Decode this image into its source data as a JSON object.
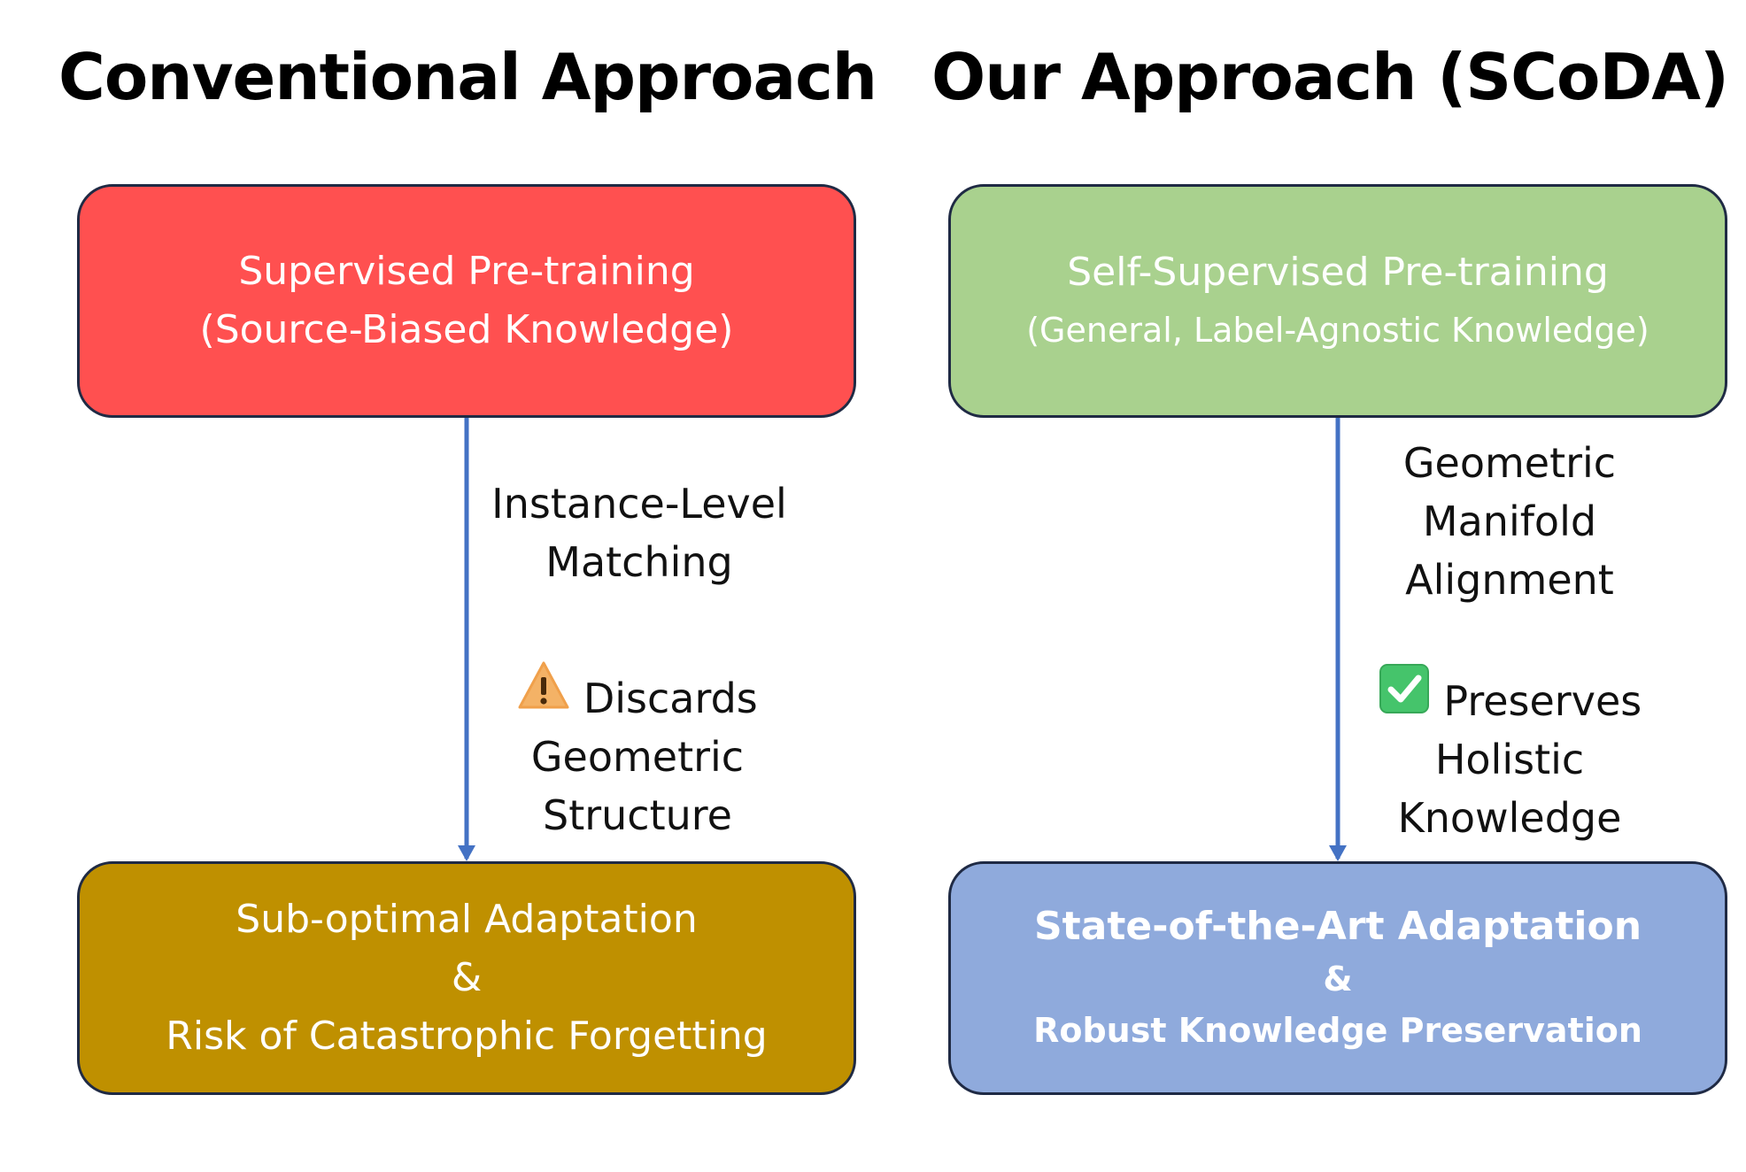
{
  "headings": {
    "left": "Conventional Approach",
    "right": "Our Approach (SCoDA)"
  },
  "conventional": {
    "top_box": {
      "line1": "Supervised Pre-training",
      "line2": "(Source-Biased Knowledge)",
      "color": "#ff5050"
    },
    "arrow_label": {
      "line1": "Instance-Level",
      "line2": "Matching"
    },
    "warning": {
      "icon": "warning-icon",
      "line1": "Discards",
      "line2": "Geometric",
      "line3": "Structure"
    },
    "bottom_box": {
      "line1": "Sub-optimal Adaptation",
      "line2": "&",
      "line3": "Risk of Catastrophic Forgetting",
      "color": "#bf9000"
    }
  },
  "ours": {
    "top_box": {
      "line1": "Self-Supervised Pre-training",
      "line2": "(General, Label-Agnostic Knowledge)",
      "color": "#a9d18e"
    },
    "arrow_label": {
      "line1": "Geometric",
      "line2": "Manifold",
      "line3": "Alignment"
    },
    "check": {
      "icon": "check-mark-icon",
      "line1": "Preserves",
      "line2": "Holistic",
      "line3": "Knowledge"
    },
    "bottom_box": {
      "line1": "State-of-the-Art Adaptation",
      "line2": "&",
      "line3": "Robust Knowledge Preservation",
      "color": "#8faadc"
    }
  },
  "arrow_color": "#4472c4"
}
